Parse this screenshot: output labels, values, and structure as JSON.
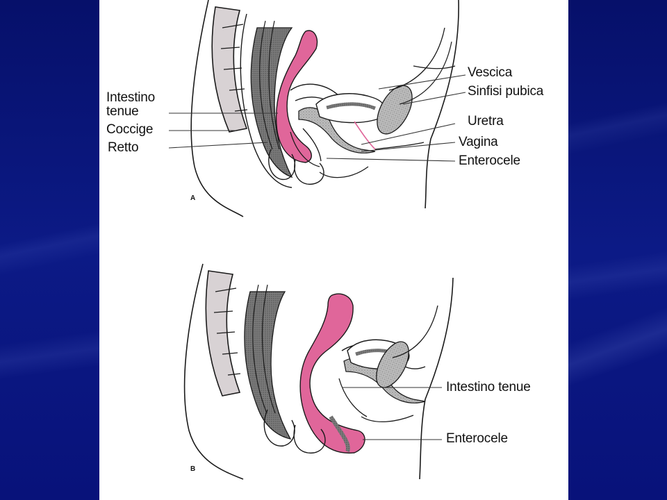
{
  "slide": {
    "background_color": "#0a1670",
    "panel_color": "#ffffff",
    "accent_pink": "#e0669a"
  },
  "figure_a": {
    "letter": "A",
    "labels_left": {
      "small_bowel": "Intestino\ntenue",
      "coccyx": "Coccige",
      "rectum": "Retto"
    },
    "labels_right": {
      "bladder": "Vescica",
      "pubic_symphysis": "Sinfisi pubica",
      "urethra": "Uretra",
      "vagina": "Vagina",
      "enterocele": "Enterocele"
    }
  },
  "figure_b": {
    "letter": "B",
    "labels_right": {
      "small_bowel": "Intestino tenue",
      "enterocele": "Enterocele"
    }
  }
}
